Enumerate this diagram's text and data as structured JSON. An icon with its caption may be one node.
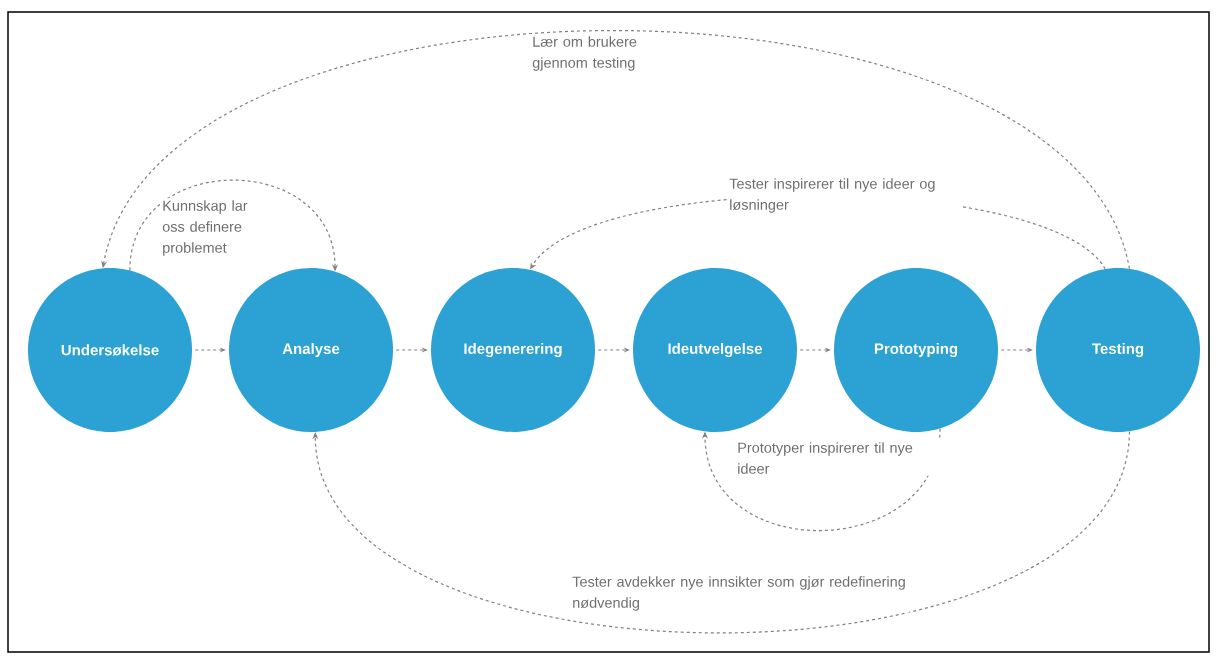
{
  "diagram": {
    "nodes": [
      {
        "text": [
          "Undersøkelse"
        ]
      },
      {
        "text": [
          "Analyse"
        ]
      },
      {
        "text": [
          "Idegenerering"
        ]
      },
      {
        "text": [
          "Ideutvelgelse"
        ]
      },
      {
        "text": [
          "Prototyping"
        ]
      },
      {
        "text": [
          "Testing"
        ]
      }
    ],
    "edges": [
      {
        "from": 0,
        "to": 1,
        "arrow": "to",
        "style": "dashed"
      },
      {
        "from": 1,
        "to": 2,
        "arrow": "to",
        "style": "dashed"
      },
      {
        "from": 2,
        "to": 3,
        "arrow": "to",
        "style": "dashed"
      },
      {
        "from": 3,
        "to": 4,
        "arrow": "to",
        "style": "dashed"
      },
      {
        "from": 4,
        "to": 5,
        "arrow": "to",
        "style": "dashed"
      },
      {
        "from": 0,
        "to": 1,
        "arrow": "to",
        "style": "dashed",
        "label": "Kunnskap lar oss definere problemet"
      },
      {
        "from": 5,
        "to": 0,
        "arrow": "to",
        "style": "dashed",
        "label": "Lær om brukere gjennom testing"
      },
      {
        "from": 5,
        "to": 2,
        "arrow": "to",
        "style": "dashed",
        "label": "Tester inspirerer til nye ideer og løsninger"
      },
      {
        "from": 4,
        "to": 3,
        "arrow": "to",
        "style": "dashed",
        "label": "Prototyper inspirerer til nye ideer"
      },
      {
        "from": 5,
        "to": 1,
        "arrow": "to",
        "style": "dashed",
        "label": "Tester avdekker nye innsikter som gjør redefinering nødvendig"
      }
    ]
  }
}
